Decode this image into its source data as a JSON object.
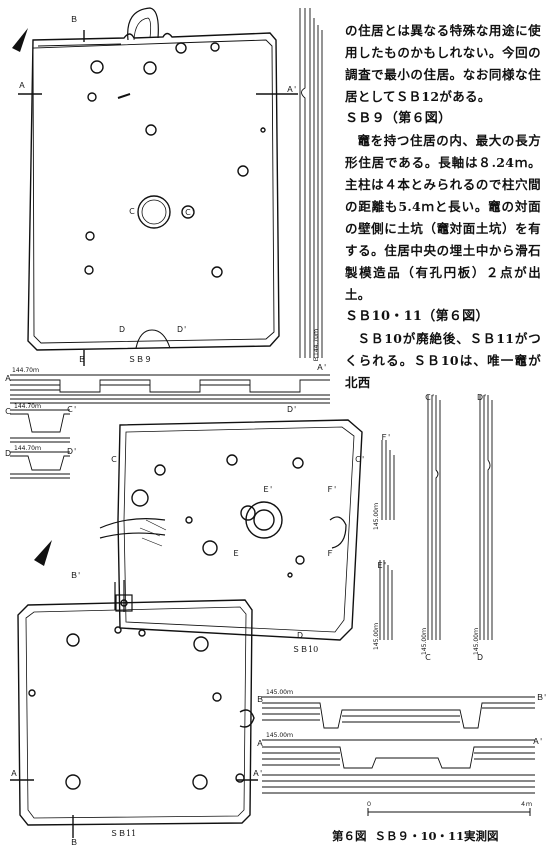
{
  "text": {
    "p1": "の住居とは異なる特殊な用途に使用したものかもしれない。今回の調査で最小の住居。なお同様な住居としてＳＢ12がある。",
    "h_sb9": "ＳＢ９（第６図）",
    "p_sb9": "竈を持つ住居の内、最大の長方形住居である。長軸は８.24ｍ。主柱は４本とみられるので柱穴間の距離も5.4ｍと長い。竈の対面の壁側に土坑（竈対面土坑）を有する。住居中央の埋土中から滑石製模造品（有孔円板）２点が出土。",
    "h_sb1011": "ＳＢ10・11（第６図）",
    "p_sb1011": "ＳＢ10が廃絶後、ＳＢ11がつくられる。ＳＢ10は、唯一竈が北西"
  },
  "caption": {
    "num": "第６図",
    "text": "ＳＢ９・10・11実測図"
  },
  "figure": {
    "sb9": "ＳＢ９",
    "sb10": "ＳＢ10",
    "sb11": "ＳＢ11",
    "elev_14470": "144.70ｍ",
    "elev_b14470": "Ｂ144.70ｍ",
    "elev_14500": "145.00ｍ",
    "l_A": "Ａ",
    "l_Ap": "Ａ'",
    "l_B": "Ｂ",
    "l_Bp": "Ｂ'",
    "l_C": "Ｃ",
    "l_Cp": "Ｃ'",
    "l_D": "Ｄ",
    "l_Dp": "Ｄ'",
    "l_E": "Ｅ",
    "l_Ep": "Ｅ'",
    "l_F": "Ｆ",
    "l_Fp": "Ｆ'",
    "scale_0": "０",
    "scale_4": "４ｍ"
  }
}
